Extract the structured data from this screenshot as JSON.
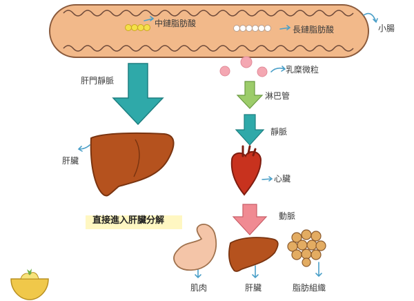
{
  "labels": {
    "mcfa": "中鏈脂肪酸",
    "lcfa": "長鏈脂肪酸",
    "small_intestine": "小腸",
    "portal_vein": "肝門靜脈",
    "chylomicron": "乳糜微粒",
    "lymph": "淋巴管",
    "vein": "靜脈",
    "liver_left": "肝臟",
    "heart": "心臟",
    "direct": "直接進入肝臟分解",
    "artery": "動脈",
    "muscle": "肌肉",
    "liver_bottom": "肝臟",
    "adipose": "脂肪組織"
  },
  "colors": {
    "intestine": "#f2b98a",
    "wave": "#6e4a3a",
    "teal_arrow": "#2fa9a9",
    "green_arrow": "#9ccc6a",
    "pink_arrow": "#f08a92",
    "liver": "#b5521e",
    "heart": "#c8321e",
    "chylo": "#f4a7b2",
    "highlight": "#fff3a8",
    "fat": "#d9a25c"
  },
  "icons": [
    "curved-arrow-icon",
    "down-arrow-icon",
    "liver-icon",
    "heart-icon",
    "muscle-icon",
    "fat-tissue-icon",
    "lemon-logo-icon"
  ]
}
